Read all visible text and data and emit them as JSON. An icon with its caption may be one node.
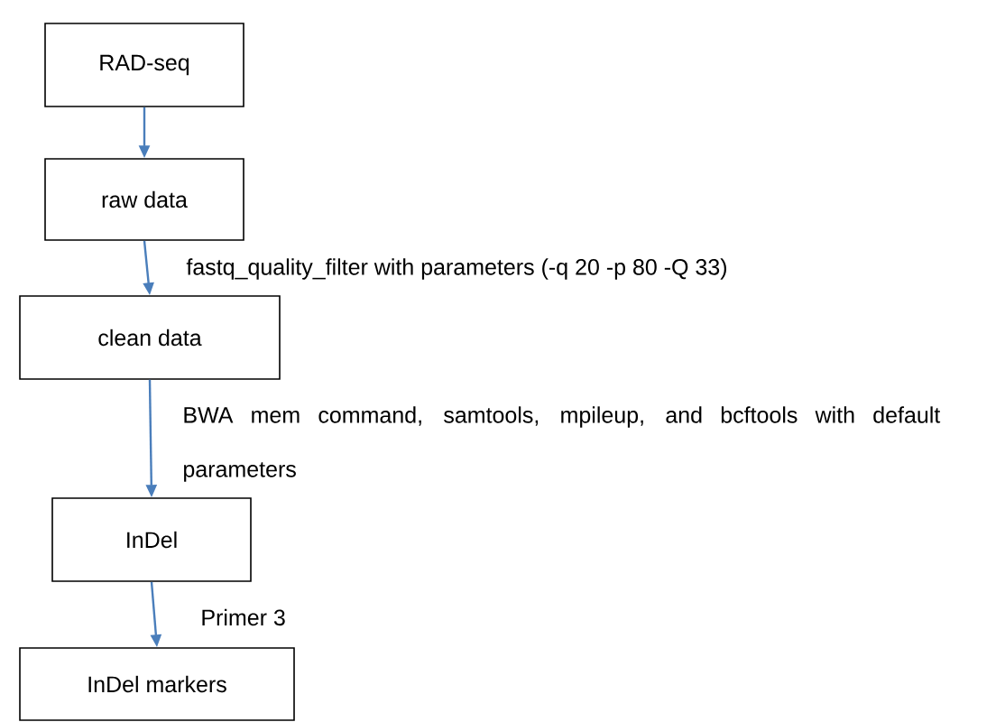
{
  "diagram": {
    "nodes": [
      {
        "text": [
          "RAD-seq"
        ]
      },
      {
        "text": [
          "raw data"
        ]
      },
      {
        "text": [
          "clean data"
        ]
      },
      {
        "text": [
          "InDel"
        ]
      },
      {
        "text": [
          "InDel markers"
        ]
      }
    ],
    "edges": [
      {
        "from": 0,
        "to": 1,
        "arrow": "to"
      },
      {
        "from": 1,
        "to": 2,
        "arrow": "to",
        "label": "fastq_quality_filter with parameters (-q 20 -p 80 -Q 33)"
      },
      {
        "from": 2,
        "to": 3,
        "arrow": "to",
        "label": "BWA mem command, samtools, mpileup, and bcftools with default parameters"
      },
      {
        "from": 3,
        "to": 4,
        "arrow": "to",
        "label": "Primer 3"
      }
    ]
  }
}
